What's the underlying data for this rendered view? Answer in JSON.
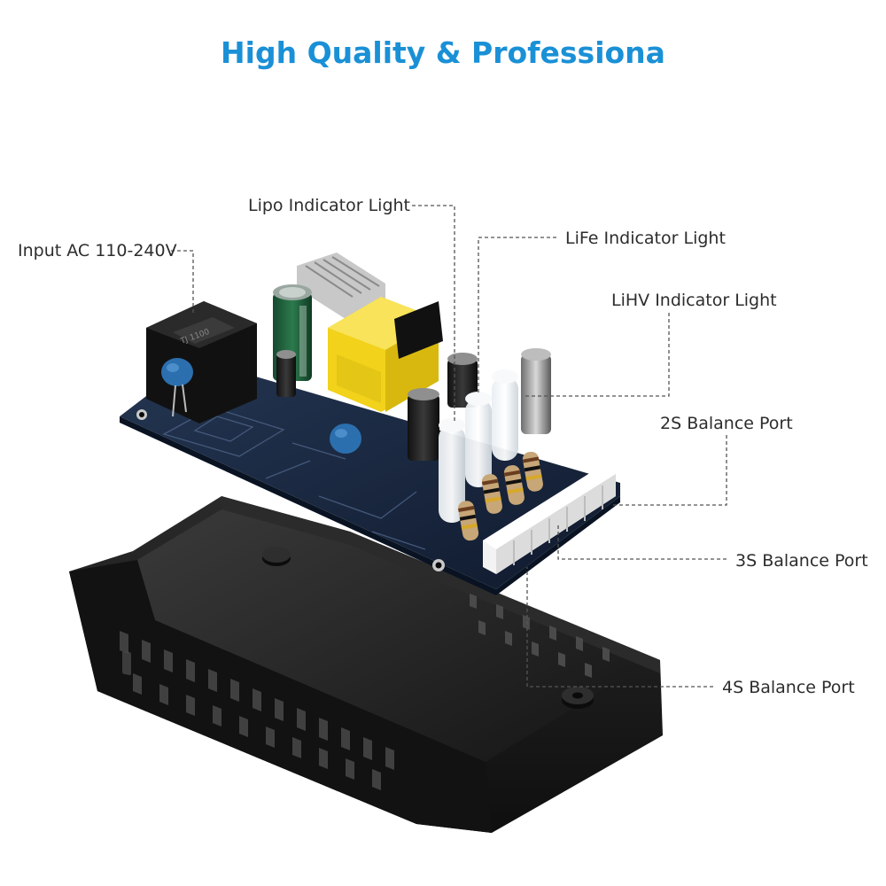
{
  "headline": "High Quality & Professiona",
  "labels": {
    "input_ac": "Input AC 110-240V",
    "lipo": "Lipo Indicator Light",
    "life": "LiFe Indicator Light",
    "lihv": "LiHV Indicator Light",
    "port_2s": "2S Balance Port",
    "port_3s": "3S Balance Port",
    "port_4s": "4S Balance Port"
  },
  "colors": {
    "headline": "#1a90d6",
    "pcb": "#17243d",
    "case": "#1c1c1c",
    "transformer": "#f2d21a",
    "capacitor_green": "#1f5c3a",
    "connector": "#f3f3f3",
    "leader_line": "#555555"
  }
}
